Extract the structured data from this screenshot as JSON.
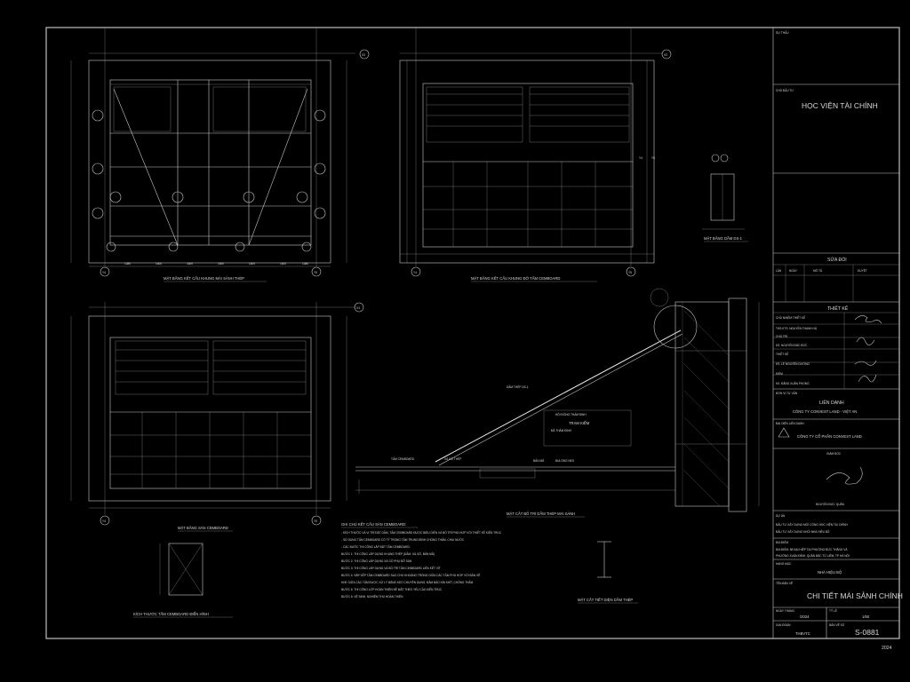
{
  "title_block": {
    "dau_thau_label": "DỰ THẦU",
    "chu_dau_tu_label": "CHỦ ĐẦU TƯ",
    "chu_dau_tu": "HỌC VIỆN TÀI CHÍNH",
    "sua_doi": "SỬA ĐỔI",
    "sua_doi_cols": [
      "LẦN",
      "NGÀY",
      "MÔ TẢ",
      "DUYỆT"
    ],
    "thiet_ke": "THIẾT KẾ",
    "roles": [
      "CHỦ NHIỆM THIẾT KẾ",
      "THS.KTS. NGUYỄN THANH HÀ",
      "CHỦ TRÌ",
      "KS. NGUYỄN ĐẮC ĐỨC",
      "THIẾT KẾ",
      "KS. LÊ NGUYÊN DƯƠNG",
      "KIỂM",
      "KS. ĐẶNG XUÂN PHONG"
    ],
    "don_vi_tu_van_label": "ĐƠN VỊ TƯ VẤN",
    "lien_danh": "LIÊN DANH",
    "lien_danh_name": "CÔNG TY CONVEST LAND - VIỆT AN",
    "dai_dien_label": "ĐẠI DIỆN LIÊN DANH",
    "company": "CÔNG TY CỔ PHẦN CONVEST LAND",
    "giam_doc": "GIÁM ĐỐC",
    "director": "NGUYỄN ĐỨC QUÂN",
    "du_an_label": "DỰ ÁN",
    "du_an": [
      "ĐẦU TƯ XÂY DỰNG MỚI CÔNG HỌC VIỆN TÀI CHÍNH",
      "ĐẦU TƯ XÂY DỰNG KHỐI NHÀ HIỆU BỘ"
    ],
    "dia_diem_label": "ĐỊA ĐIỂM",
    "dia_diem": [
      "ĐỊA ĐIỂM: 58 ĐẠI HIỆP TẠI PHƯỜNG ĐỨC THẮNG VÀ",
      "PHƯỜNG XUÂN ĐỈNH, QUẬN BẮC TỪ LIÊM, TP HÀ NỘI"
    ],
    "hang_muc_label": "HẠNG MỤC",
    "hang_muc": "NHÀ HIỆU BỘ",
    "ten_ban_ve_label": "TÊN BẢN VẼ",
    "ten_ban_ve": "CHI TIẾT MÁI SẢNH CHÍNH",
    "ngay_label": "NGÀY THÁNG",
    "ngay": "/2024",
    "ty_le_label": "TỶ LỆ",
    "ty_le": "1/50",
    "giai_doan_label": "GIAI ĐOẠN",
    "giai_doan": "THBVTC",
    "so_ban_ve_label": "BẢN VẼ SỐ",
    "so_ban_ve": "S-0881"
  },
  "drawings": {
    "plan1_title": "MẶT BẰNG KẾT CẤU KHUNG MÁI SẢNH THÉP",
    "plan2_title": "MẶT BẰNG KẾT CẤU KHUNG ĐỠ TẤM CEMBOARD",
    "plan3_title": "MẶT BẰNG SÀN CEMBOARD",
    "section_title": "MẶT CẮT BỐ TRÍ DẦM THÉP MÁI SẢNH",
    "detail_beam_title": "MẶT BẰNG DẦM DS-1",
    "detail_tile_title": "KÍCH THƯỚC TẤM CEMBOARD ĐIỂN HÌNH",
    "detail_steel_title": "MẶT CẮT TIẾT DIỆN DẦM THÉP",
    "notes_title": "GHI CHÚ KẾT CẤU SÀN CEMBOARD:",
    "notes": [
      "- KÍCH THƯỚC VÀ VỊ TRÍ ĐẶT DẦM, TẤM CEMBOARD ĐƯỢC BIỂU DIỄN VÀ BỐ TRÍ PHÙ HỢP VỚI THIẾT KẾ KIẾN TRÚC",
      "- SỬ DỤNG TẤM CEMBOARD CÓ TỶ TRỌNG TẤM TRUNG BÌNH CHỐNG THẤM, CHỊU NƯỚC",
      "- CÁC BƯỚC THI CÔNG LẮP ĐẶT TẤM CEMBOARD:",
      "BƯỚC 1: THI CÔNG LẮP DỰNG KHUNG THÉP (DẦM, XÀ GỒ, BẢN MÃ)",
      "BƯỚC 2: THI CÔNG LẮP DỰNG XÀ GỒ PHỤ ĐỠ SÀN",
      "BƯỚC 3: THI CÔNG LẮP DỰNG VÀ BỐ TRÍ TẤM CEMBOARD LIÊN KẾT VÍT",
      "BƯỚC 4: SẮP XẾP TẤM CEMBOARD SAO CHO KHOẢNG TRỐNG GIỮA CÁC TẤM PHÙ HỢP VỚI BẢN VẼ",
      "KHE GIỮA CÁC TẤM ĐƯỢC XỬ LÝ BẰNG KEO CHUYÊN DỤNG, ĐẢM BẢO KÍN KHÍT, CHỐNG THẤM",
      "BƯỚC 5: THI CÔNG LỚP HOÀN THIỆN BỀ MẶT THEO YÊU CẦU KIẾN TRÚC",
      "BƯỚC 6: VỆ SINH, NGHIỆM THU HOÀN THIỆN"
    ],
    "cap_label": "HỘI ĐỒNG THẨM ĐỊNH",
    "stamp_lines": [
      "TRẠM KIỂM",
      "ĐÃ THẨM ĐỊNH"
    ],
    "grid": [
      "Y4",
      "Y5",
      "X3",
      "Y4",
      "Y5",
      "X3",
      "Y4",
      "Y5",
      "X3",
      "Y4",
      "Y5"
    ],
    "dims_bottom": [
      "1380",
      "1600",
      "1600",
      "1600",
      "1600",
      "1600",
      "1380"
    ],
    "section_labels": [
      "DẦM THÉP DS-1",
      "TẤM CEMBOARD",
      "XÀ GỒ THÉP",
      "BẢN MÃ",
      "BULONG NEO"
    ],
    "page_no": "2024"
  }
}
